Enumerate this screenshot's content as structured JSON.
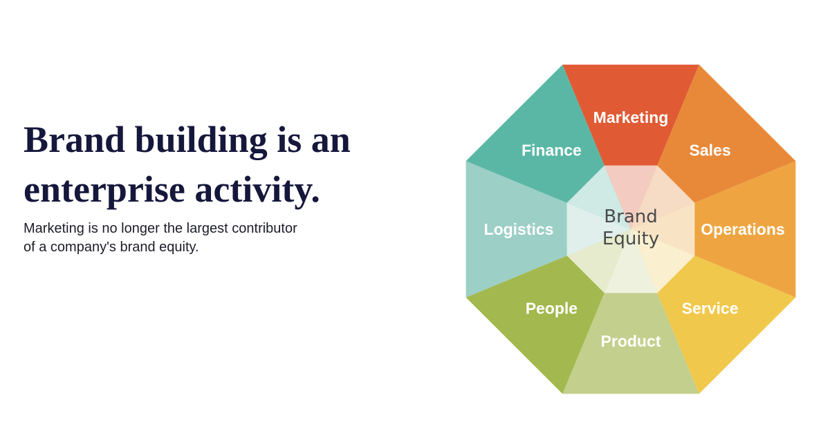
{
  "headline": {
    "line1": "Brand building is an",
    "line2": "enterprise activity."
  },
  "subtext": {
    "line1": "Marketing is no longer the largest contributor",
    "line2": "of a company's brand equity."
  },
  "diagram": {
    "center": {
      "line1": "Brand",
      "line2": "Equity"
    },
    "segments": [
      {
        "label": "Marketing",
        "color": "#e05a34",
        "inner_color": "#f4cbc0"
      },
      {
        "label": "Sales",
        "color": "#e8893a",
        "inner_color": "#f6dcc4"
      },
      {
        "label": "Operations",
        "color": "#eea541",
        "inner_color": "#f8e4c5"
      },
      {
        "label": "Service",
        "color": "#f0c84c",
        "inner_color": "#faf0cf"
      },
      {
        "label": "Product",
        "color": "#c3cf8c",
        "inner_color": "#eef1de"
      },
      {
        "label": "People",
        "color": "#a3b84e",
        "inner_color": "#e5ebcc"
      },
      {
        "label": "Logistics",
        "color": "#9ccfc5",
        "inner_color": "#e0efec"
      },
      {
        "label": "Finance",
        "color": "#5ab7a5",
        "inner_color": "#cfe9e4"
      }
    ]
  }
}
